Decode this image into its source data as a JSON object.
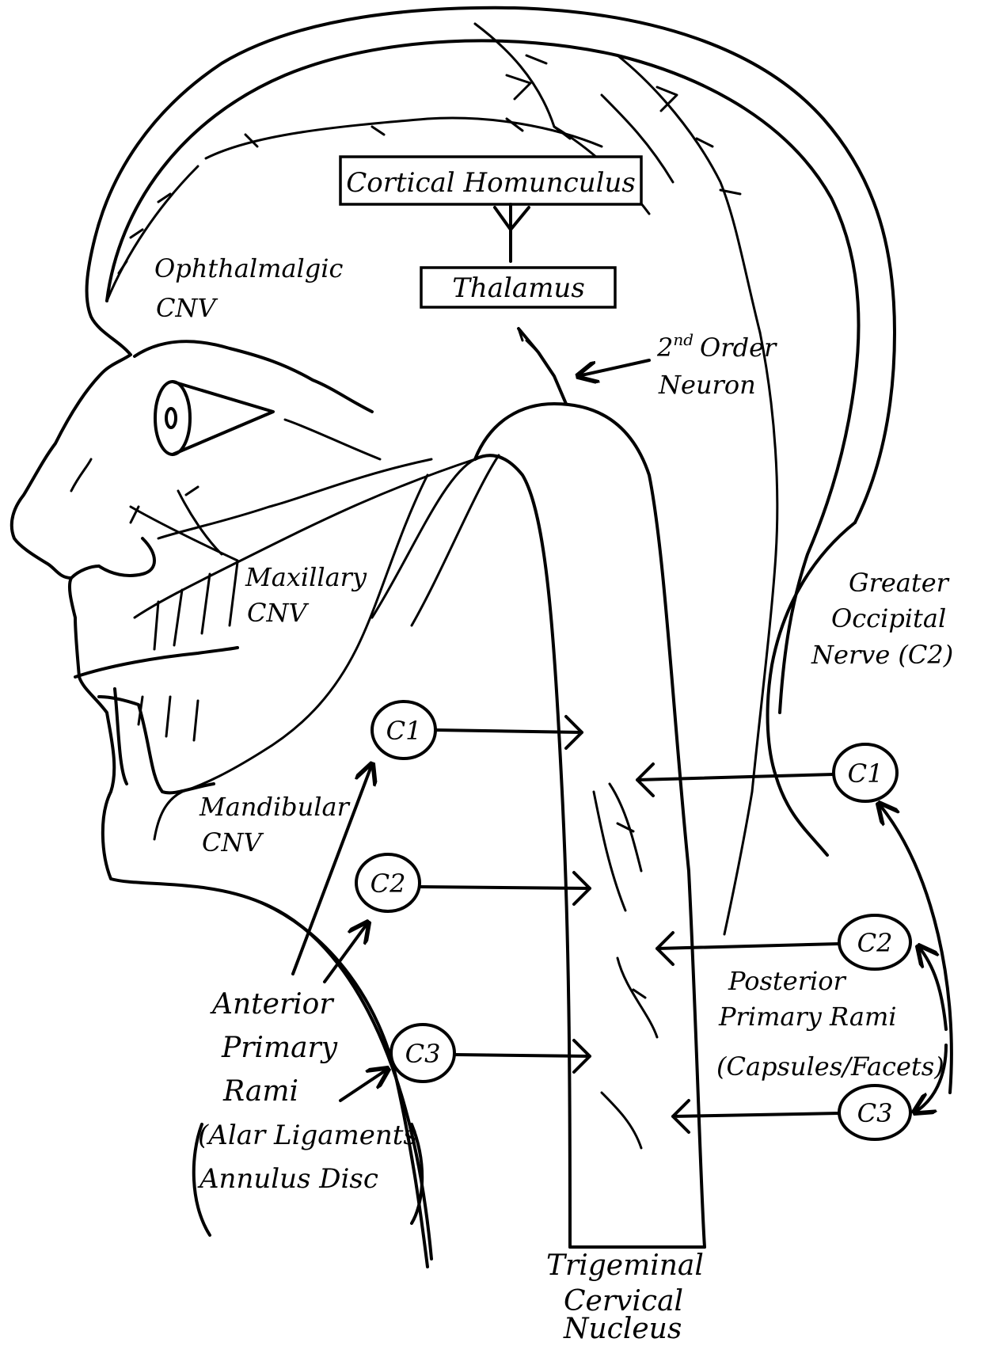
{
  "diagram": {
    "box_top": "Cortical Homunculus",
    "box_mid": "Thalamus",
    "ophthalmic": [
      "Ophthalmalgic",
      "CNⅤ"
    ],
    "second_order": {
      "sup": "2",
      "sup_suffix": "nd",
      "word": "Order",
      "line2": "Neuron"
    },
    "maxillary": [
      "Maxillary",
      "CNⅤ"
    ],
    "mandibular": [
      "Mandibular",
      "CNⅤ"
    ],
    "greater_occipital": [
      "Greater",
      "Occipital",
      "Nerve (C2)"
    ],
    "anterior_nodes": [
      "C1",
      "C2",
      "C3"
    ],
    "posterior_nodes": [
      "C1",
      "C2",
      "C3"
    ],
    "anterior_rami": [
      "Anterior",
      "Primary",
      "Rami",
      "(Alar Ligaments",
      "Annulus Disc"
    ],
    "posterior_rami": [
      "Posterior",
      "Primary Rami",
      "(Capsules/Facets)"
    ],
    "nucleus": [
      "Trigeminal",
      "Cervical",
      "Nucleus"
    ]
  }
}
